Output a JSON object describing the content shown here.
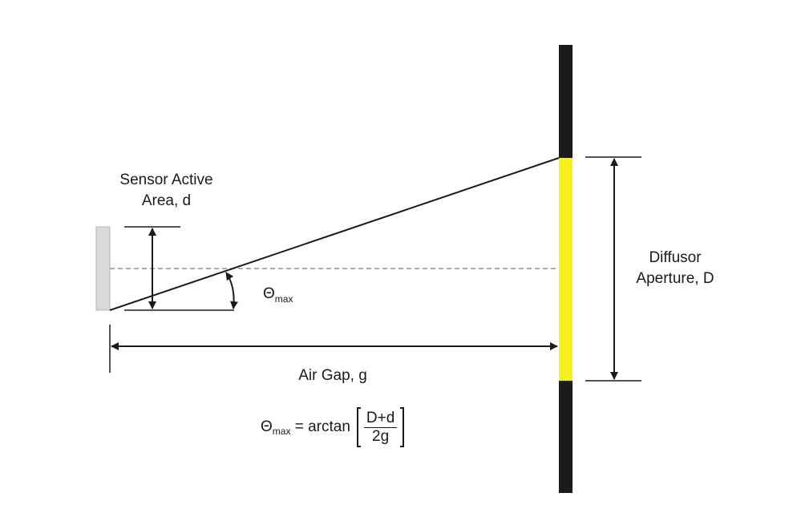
{
  "labels": {
    "sensor_line1": "Sensor Active",
    "sensor_line2": "Area, d",
    "diffusor_line1": "Diffusor",
    "diffusor_line2": "Aperture, D",
    "air_gap": "Air Gap, g",
    "theta_symbol": "Θ",
    "theta_sub": "max"
  },
  "formula": {
    "lhs_symbol": "Θ",
    "lhs_sub": "max",
    "equals_fn": " = arctan",
    "numerator": "D+d",
    "denominator": "2g"
  },
  "colors": {
    "wall": "#1a1a1a",
    "aperture": "#f4f01c",
    "sensor": "#d9d9d9",
    "line": "#1a1a1a",
    "dashed": "#777777"
  }
}
